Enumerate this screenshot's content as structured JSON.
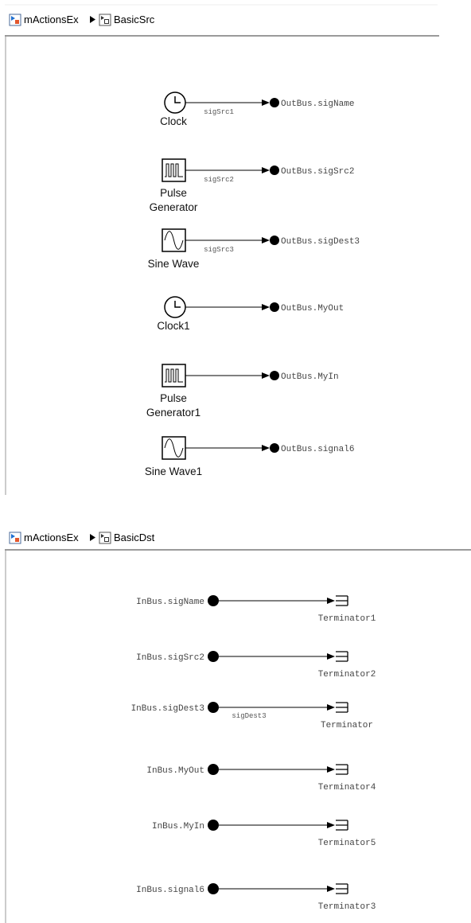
{
  "top_panel": {
    "breadcrumb": {
      "model": "mActionsEx",
      "subsystem": "BasicSrc"
    },
    "rows": [
      {
        "block_type": "clock",
        "label_lines": [
          "Clock"
        ],
        "signal_name": "sigSrc1",
        "goto_tag": "OutBus.sigName"
      },
      {
        "block_type": "pulse",
        "label_lines": [
          "Pulse",
          "Generator"
        ],
        "signal_name": "sigSrc2",
        "goto_tag": "OutBus.sigSrc2"
      },
      {
        "block_type": "sine",
        "label_lines": [
          "Sine Wave"
        ],
        "signal_name": "sigSrc3",
        "goto_tag": "OutBus.sigDest3"
      },
      {
        "block_type": "clock",
        "label_lines": [
          "Clock1"
        ],
        "signal_name": "",
        "goto_tag": "OutBus.MyOut"
      },
      {
        "block_type": "pulse",
        "label_lines": [
          "Pulse",
          "Generator1"
        ],
        "signal_name": "",
        "goto_tag": "OutBus.MyIn"
      },
      {
        "block_type": "sine",
        "label_lines": [
          "Sine Wave1"
        ],
        "signal_name": "",
        "goto_tag": "OutBus.signal6"
      }
    ]
  },
  "bottom_panel": {
    "breadcrumb": {
      "model": "mActionsEx",
      "subsystem": "BasicDst"
    },
    "rows": [
      {
        "from_tag": "InBus.sigName",
        "signal_name": "",
        "terminator": "Terminator1"
      },
      {
        "from_tag": "InBus.sigSrc2",
        "signal_name": "",
        "terminator": "Terminator2"
      },
      {
        "from_tag": "InBus.sigDest3",
        "signal_name": "sigDest3",
        "terminator": "Terminator"
      },
      {
        "from_tag": "InBus.MyOut",
        "signal_name": "",
        "terminator": "Terminator4"
      },
      {
        "from_tag": "InBus.MyIn",
        "signal_name": "",
        "terminator": "Terminator5"
      },
      {
        "from_tag": "InBus.signal6",
        "signal_name": "",
        "terminator": "Terminator3"
      }
    ]
  }
}
